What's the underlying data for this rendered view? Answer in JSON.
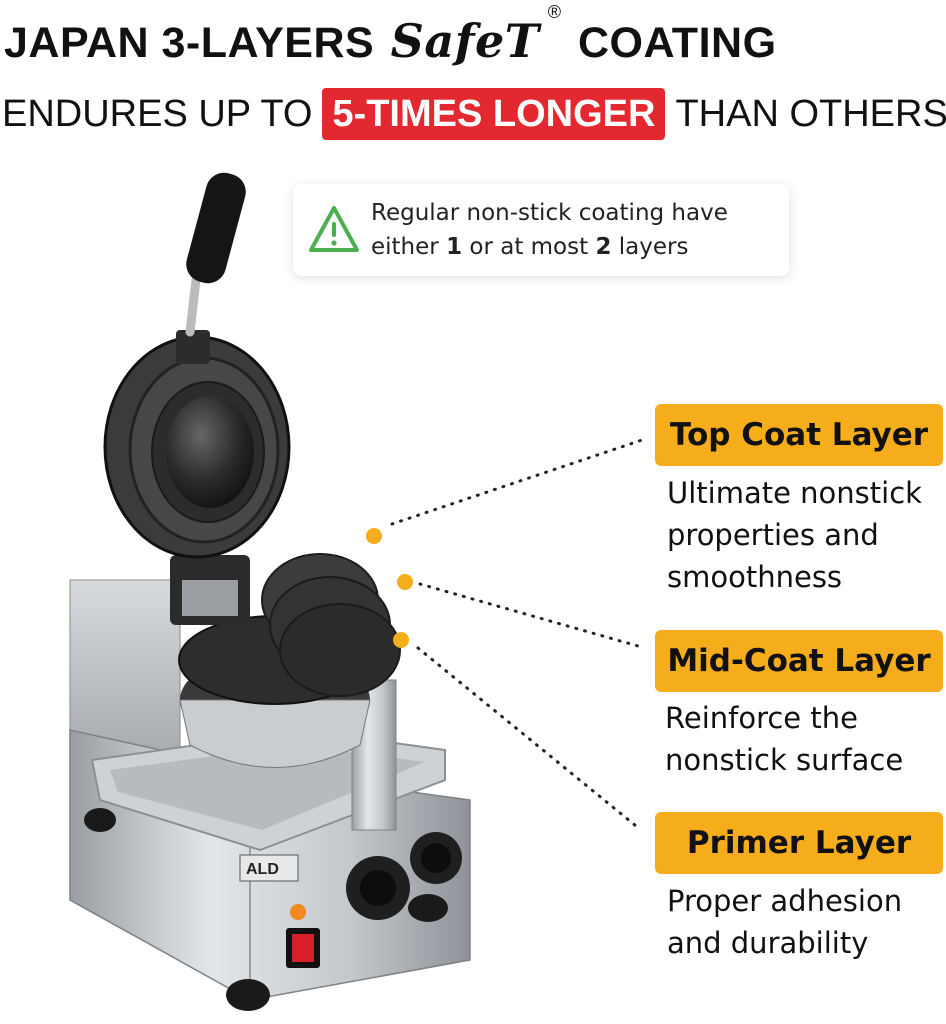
{
  "headline": {
    "part1": "JAPAN 3-LAYERS",
    "brand": "SafeT",
    "reg": "®",
    "part2": "COATING"
  },
  "subline": {
    "before": "ENDURES UP TO",
    "highlight": "5-TIMES LONGER",
    "after": "THAN OTHERS"
  },
  "notice": {
    "line1": "Regular non-stick coating have",
    "line2_a": "either ",
    "line2_b": "1",
    "line2_c": " or at most ",
    "line2_d": "2",
    "line2_e": " layers",
    "icon": "warning-triangle-icon"
  },
  "layers": [
    {
      "title": "Top Coat Layer",
      "description": "Ultimate nonstick\nproperties and\nsmoothness"
    },
    {
      "title": "Mid-Coat Layer",
      "description": "Reinforce the\nnonstick surface"
    },
    {
      "title": "Primer Layer",
      "description": "Proper adhesion\nand durability"
    }
  ],
  "machine": {
    "badge": "ALD"
  },
  "colors": {
    "accent_red": "#e4282f",
    "tag_orange": "#f6ad1b",
    "warning_green": "#4caf50",
    "dot_orange": "#f6ad1b"
  }
}
